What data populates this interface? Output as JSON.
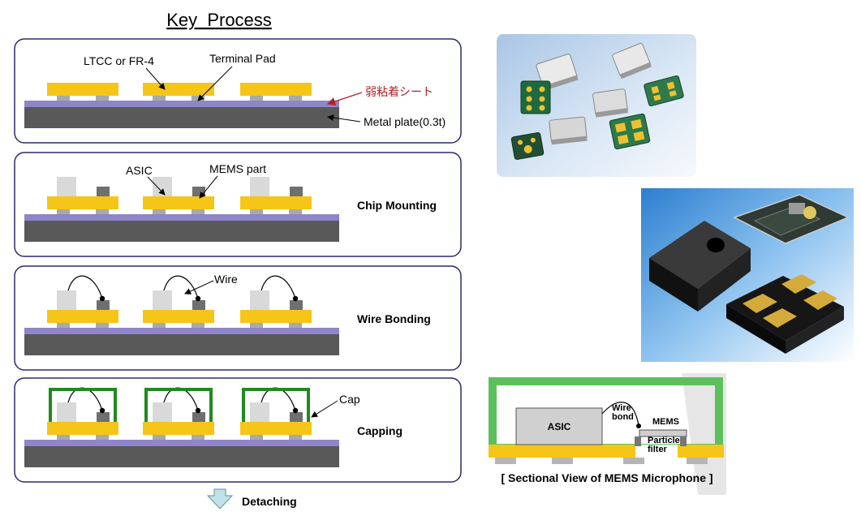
{
  "title": "Key  Process",
  "steps": [
    {
      "label": "",
      "labels": {
        "ltcc": "LTCC or FR-4",
        "terminal": "Terminal Pad",
        "sheet": "弱粘着シート",
        "plate": "Metal plate(0.3t)"
      }
    },
    {
      "label": "Chip Mounting",
      "labels": {
        "asic": "ASIC",
        "mems": "MEMS part"
      }
    },
    {
      "label": "Wire Bonding",
      "labels": {
        "wire": "Wire"
      }
    },
    {
      "label": "Capping",
      "labels": {
        "cap": "Cap"
      }
    }
  ],
  "detaching": "Detaching",
  "section": {
    "caption": "[ Sectional View of MEMS Microphone ]",
    "asic": "ASIC",
    "wire_bond_1": "Wire",
    "wire_bond_2": "bond",
    "mems": "MEMS",
    "particle_1": "Particle",
    "particle_2": "filter"
  },
  "colors": {
    "frame": "#2b2b6b",
    "substrate": "#f5c518",
    "sheet": "#8e86c8",
    "plate": "#595959",
    "pad": "#a9a9a9",
    "asic": "#d9d9d9",
    "mems": "#6f6f6f",
    "cap": "#1f8a1f",
    "sheet_label": "#b0202a",
    "arrow": "#bfe3e6"
  }
}
